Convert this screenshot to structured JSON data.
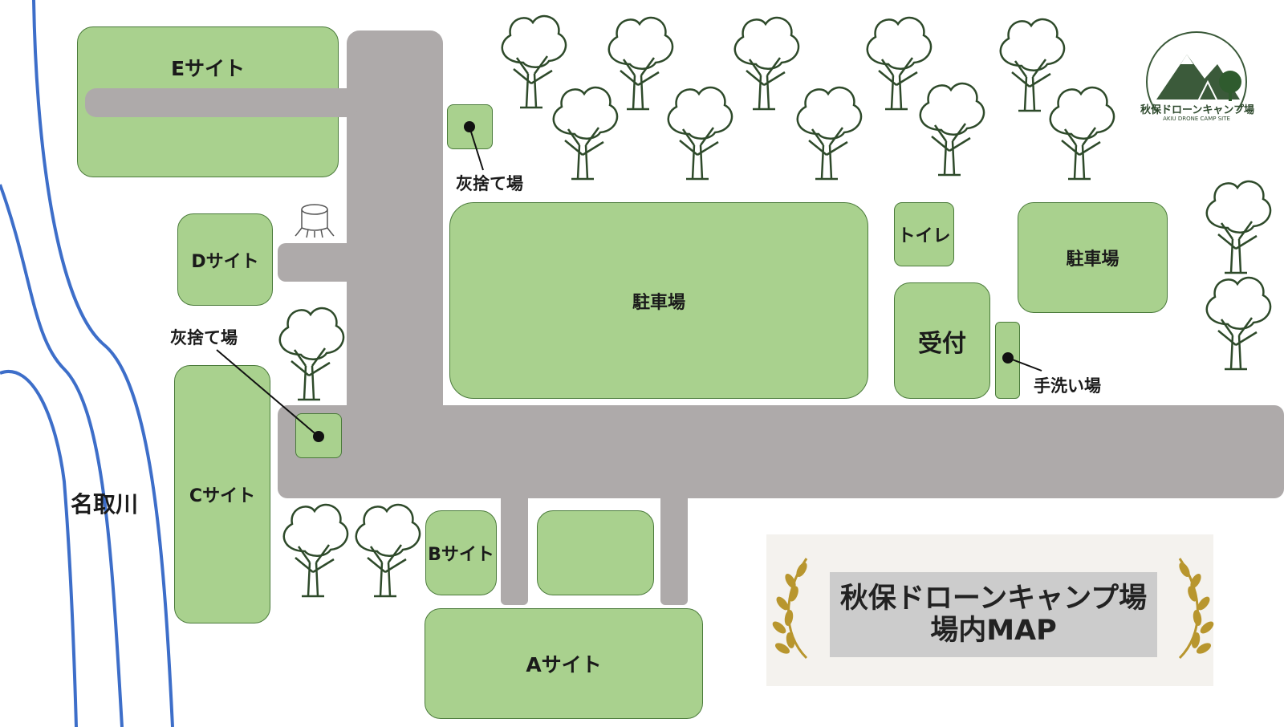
{
  "colors": {
    "zone": "#a9d18e",
    "zone_border": "#4a7a3a",
    "road": "#aeaaaa",
    "river": "#3d6ec9",
    "tree_stroke": "#2e4a2a",
    "laurel": "#b8962e"
  },
  "sites": {
    "e": "Eサイト",
    "d": "Dサイト",
    "c": "Cサイト",
    "b": "Bサイト",
    "a": "Aサイト"
  },
  "facilities": {
    "parking_main": "駐車場",
    "parking_side": "駐車場",
    "toilet": "トイレ",
    "reception": "受付",
    "ash_top": "灰捨て場",
    "ash_left": "灰捨て場",
    "washroom": "手洗い場"
  },
  "river_label": "名取川",
  "logo": {
    "name": "秋保ドローンキャンプ場",
    "sub": "AKIU DRONE CAMP SITE"
  },
  "title_panel": {
    "line1": "秋保ドローンキャンプ場",
    "line2": "場内MAP"
  }
}
